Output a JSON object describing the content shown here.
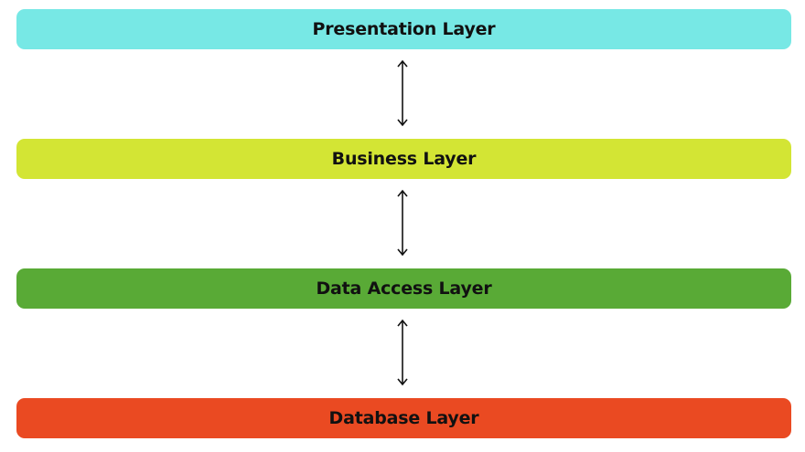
{
  "diagram": {
    "layers": [
      {
        "label": "Presentation Layer",
        "color": "#77e8e5"
      },
      {
        "label": "Business Layer",
        "color": "#d3e534"
      },
      {
        "label": "Data Access Layer",
        "color": "#59aa36"
      },
      {
        "label": "Database Layer",
        "color": "#ea4a22"
      }
    ],
    "connectors": [
      {
        "from": "Presentation Layer",
        "to": "Business Layer",
        "direction": "bidirectional",
        "icon": "double-arrow-vertical"
      },
      {
        "from": "Business Layer",
        "to": "Data Access Layer",
        "direction": "bidirectional",
        "icon": "double-arrow-vertical"
      },
      {
        "from": "Data Access Layer",
        "to": "Database Layer",
        "direction": "bidirectional",
        "icon": "double-arrow-vertical"
      }
    ]
  }
}
